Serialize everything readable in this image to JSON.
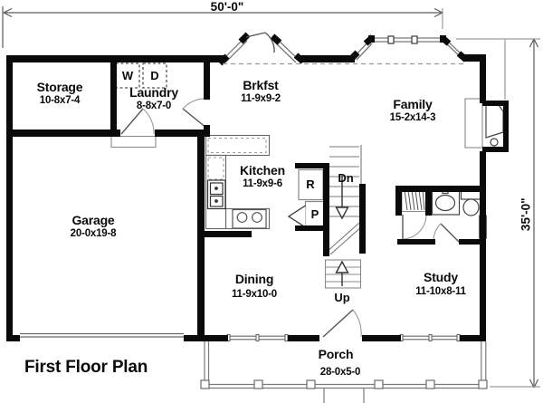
{
  "title": "First Floor Plan",
  "dimensions": {
    "overall_width": "50'-0\"",
    "overall_depth": "35'-0\""
  },
  "rooms": {
    "storage": {
      "name": "Storage",
      "dims": "10-8x7-4"
    },
    "laundry": {
      "name": "Laundry",
      "dims": "8-8x7-0"
    },
    "brkfst": {
      "name": "Brkfst",
      "dims": "11-9x9-2"
    },
    "family": {
      "name": "Family",
      "dims": "15-2x14-3"
    },
    "garage": {
      "name": "Garage",
      "dims": "20-0x19-8"
    },
    "kitchen": {
      "name": "Kitchen",
      "dims": "11-9x9-6"
    },
    "dining": {
      "name": "Dining",
      "dims": "11-9x10-0"
    },
    "study": {
      "name": "Study",
      "dims": "11-10x8-11"
    },
    "porch": {
      "name": "Porch",
      "dims": "28-0x5-0"
    }
  },
  "fixtures": {
    "washer": "W",
    "dryer": "D",
    "refrigerator": "R",
    "pantry": "P",
    "stairs_down": "Dn",
    "stairs_up": "Up"
  },
  "colors": {
    "wall": "#0a0a0a",
    "thin_line": "#6b6b6b",
    "light_line": "#8a8a8a",
    "background": "#ffffff"
  }
}
